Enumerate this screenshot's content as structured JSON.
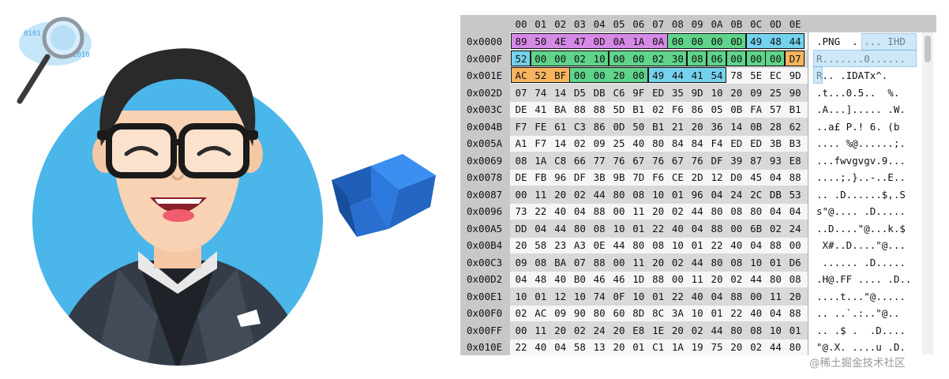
{
  "colors": {
    "magenta": "#d58ae6",
    "green": "#5fd48a",
    "cyan": "#74d2ec",
    "orange": "#f7b45f",
    "selection": "#a7d7f5",
    "avatar_bg": "#4ab6ea",
    "arrow": "#2f7ee2"
  },
  "icons": [
    "magnifier-icon",
    "avatar-illustration",
    "arrow-icon"
  ],
  "hex_view": {
    "columns": [
      "00",
      "01",
      "02",
      "03",
      "04",
      "05",
      "06",
      "07",
      "08",
      "09",
      "0A",
      "0B",
      "0C",
      "0D",
      "0E"
    ],
    "rows": [
      {
        "addr": "0x0000",
        "bytes": [
          "89",
          "50",
          "4E",
          "47",
          "0D",
          "0A",
          "1A",
          "0A",
          "00",
          "00",
          "00",
          "0D",
          "49",
          "48",
          "44"
        ],
        "ascii": ".PNG  . ... IHD"
      },
      {
        "addr": "0x000F",
        "bytes": [
          "52",
          "00",
          "00",
          "02",
          "10",
          "00",
          "00",
          "02",
          "30",
          "08",
          "06",
          "00",
          "00",
          "00",
          "D7"
        ],
        "ascii": "R.......0......"
      },
      {
        "addr": "0x001E",
        "bytes": [
          "AC",
          "52",
          "BF",
          "00",
          "00",
          "20",
          "00",
          "49",
          "44",
          "41",
          "54",
          "78",
          "5E",
          "EC",
          "9D"
        ],
        "ascii": "R.. .IDATx^."
      },
      {
        "addr": "0x002D",
        "bytes": [
          "07",
          "74",
          "14",
          "D5",
          "DB",
          "C6",
          "9F",
          "ED",
          "35",
          "9D",
          "10",
          "20",
          "09",
          "25",
          "90"
        ],
        "ascii": ".t...0.5..  %."
      },
      {
        "addr": "0x003C",
        "bytes": [
          "DE",
          "41",
          "BA",
          "88",
          "88",
          "5D",
          "B1",
          "02",
          "F6",
          "86",
          "05",
          "0B",
          "FA",
          "57",
          "B1"
        ],
        "ascii": ".A...]..... .W."
      },
      {
        "addr": "0x004B",
        "bytes": [
          "F7",
          "FE",
          "61",
          "C3",
          "86",
          "0D",
          "50",
          "B1",
          "21",
          "20",
          "36",
          "14",
          "0B",
          "28",
          "62"
        ],
        "ascii": "..a£ P.! 6. (b"
      },
      {
        "addr": "0x005A",
        "bytes": [
          "A1",
          "F7",
          "14",
          "02",
          "09",
          "25",
          "40",
          "80",
          "84",
          "84",
          "F4",
          "ED",
          "ED",
          "3B",
          "B3"
        ],
        "ascii": ".... %@......;."
      },
      {
        "addr": "0x0069",
        "bytes": [
          "08",
          "1A",
          "C8",
          "66",
          "77",
          "76",
          "67",
          "76",
          "67",
          "76",
          "DF",
          "39",
          "87",
          "93",
          "E8"
        ],
        "ascii": "...fwvgvgv.9..."
      },
      {
        "addr": "0x0078",
        "bytes": [
          "DE",
          "FB",
          "96",
          "DF",
          "3B",
          "9B",
          "7D",
          "F6",
          "CE",
          "2D",
          "12",
          "D0",
          "45",
          "04",
          "88"
        ],
        "ascii": "....;.}..-..E.."
      },
      {
        "addr": "0x0087",
        "bytes": [
          "00",
          "11",
          "20",
          "02",
          "44",
          "80",
          "08",
          "10",
          "01",
          "96",
          "04",
          "24",
          "2C",
          "DB",
          "53"
        ],
        "ascii": ".. .D......$,.S"
      },
      {
        "addr": "0x0096",
        "bytes": [
          "73",
          "22",
          "40",
          "04",
          "88",
          "00",
          "11",
          "20",
          "02",
          "44",
          "80",
          "08",
          "80",
          "04",
          "04"
        ],
        "ascii": "s\"@.... .D....."
      },
      {
        "addr": "0x00A5",
        "bytes": [
          "DD",
          "04",
          "44",
          "80",
          "08",
          "10",
          "01",
          "22",
          "40",
          "04",
          "88",
          "00",
          "6B",
          "02",
          "24"
        ],
        "ascii": "..D....\"@...k.$"
      },
      {
        "addr": "0x00B4",
        "bytes": [
          "20",
          "58",
          "23",
          "A3",
          "0E",
          "44",
          "80",
          "08",
          "10",
          "01",
          "22",
          "40",
          "04",
          "88",
          "00"
        ],
        "ascii": " X#..D....\"@..."
      },
      {
        "addr": "0x00C3",
        "bytes": [
          "09",
          "08",
          "BA",
          "07",
          "88",
          "00",
          "11",
          "20",
          "02",
          "44",
          "80",
          "08",
          "10",
          "01",
          "D6"
        ],
        "ascii": " ...... .D....."
      },
      {
        "addr": "0x00D2",
        "bytes": [
          "04",
          "48",
          "40",
          "B0",
          "46",
          "46",
          "1D",
          "88",
          "00",
          "11",
          "20",
          "02",
          "44",
          "80",
          "08"
        ],
        "ascii": ".H@.FF .... .D.."
      },
      {
        "addr": "0x00E1",
        "bytes": [
          "10",
          "01",
          "12",
          "10",
          "74",
          "0F",
          "10",
          "01",
          "22",
          "40",
          "04",
          "88",
          "00",
          "11",
          "20"
        ],
        "ascii": "....t...\"@....."
      },
      {
        "addr": "0x00F0",
        "bytes": [
          "02",
          "AC",
          "09",
          "90",
          "80",
          "60",
          "8D",
          "8C",
          "3A",
          "10",
          "01",
          "22",
          "40",
          "04",
          "88"
        ],
        "ascii": ".. ..`.:..\"@.."
      },
      {
        "addr": "0x00FF",
        "bytes": [
          "00",
          "11",
          "20",
          "02",
          "24",
          "20",
          "E8",
          "1E",
          "20",
          "02",
          "44",
          "80",
          "08",
          "10",
          "01"
        ],
        "ascii": ".. .$ .  .D...."
      },
      {
        "addr": "0x010E",
        "bytes": [
          "22",
          "40",
          "04",
          "58",
          "13",
          "20",
          "01",
          "C1",
          "1A",
          "19",
          "75",
          "20",
          "02",
          "44",
          "80"
        ],
        "ascii": "\"@.X. ....u .D."
      }
    ]
  },
  "watermark": "@稀土掘金技术社区"
}
